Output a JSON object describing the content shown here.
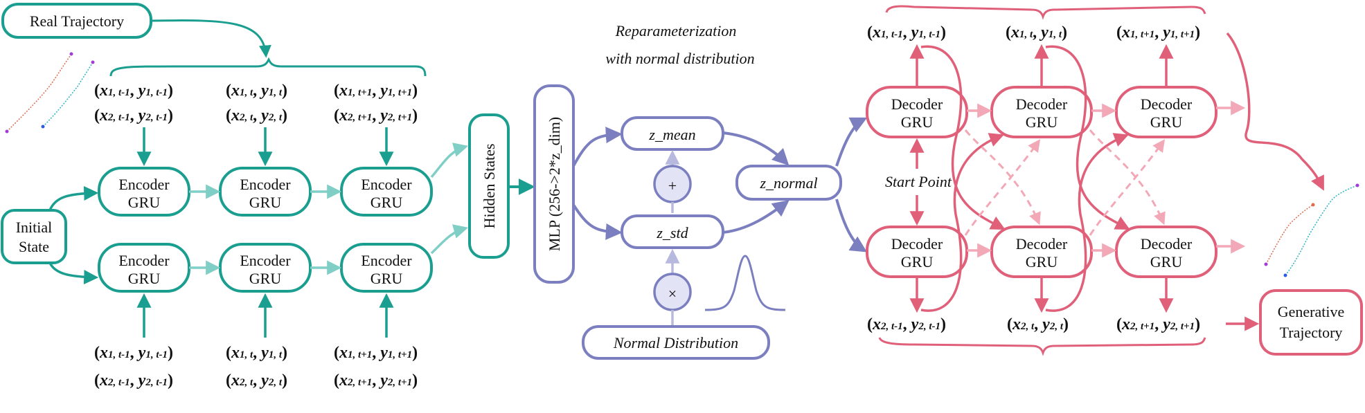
{
  "colors": {
    "encoder": "#1a9e8f",
    "encoder_light": "#7fcfc6",
    "vae": "#7b7fbf",
    "vae_light": "#b7b9de",
    "vae_fill": "#e3e3f6",
    "decoder": "#e0607a",
    "decoder_light": "#f2a8b6"
  },
  "labels": {
    "real_trajectory": "Real Trajectory",
    "initial_state_1": "Initial",
    "initial_state_2": "State",
    "encoder_1": "Encoder",
    "encoder_2": "GRU",
    "hidden_states": "Hidden States",
    "mlp": "MLP (256->2*z_dim)",
    "reparam_1": "Reparameterization",
    "reparam_2": "with normal distribution",
    "z_mean": "z_mean",
    "z_std": "z_std",
    "z_normal": "z_normal",
    "plus": "+",
    "times": "×",
    "normal_distribution": "Normal Distribution",
    "decoder_1": "Decoder",
    "decoder_2": "GRU",
    "start_point": "Start Point",
    "generative_1": "Generative",
    "generative_2": "Trajectory"
  },
  "coords": {
    "x1_tm1": [
      "x",
      "1, t-1",
      "y",
      "1, t-1"
    ],
    "x2_tm1": [
      "x",
      "2, t-1",
      "y",
      "2, t-1"
    ],
    "x1_t": [
      "x",
      "1, t",
      "y",
      "1, t"
    ],
    "x2_t": [
      "x",
      "2, t",
      "y",
      "2, t"
    ],
    "x1_tp1": [
      "x",
      "1, t+1",
      "y",
      "1, t+1"
    ],
    "x2_tp1": [
      "x",
      "2, t+1",
      "y",
      "2, t+1"
    ]
  }
}
